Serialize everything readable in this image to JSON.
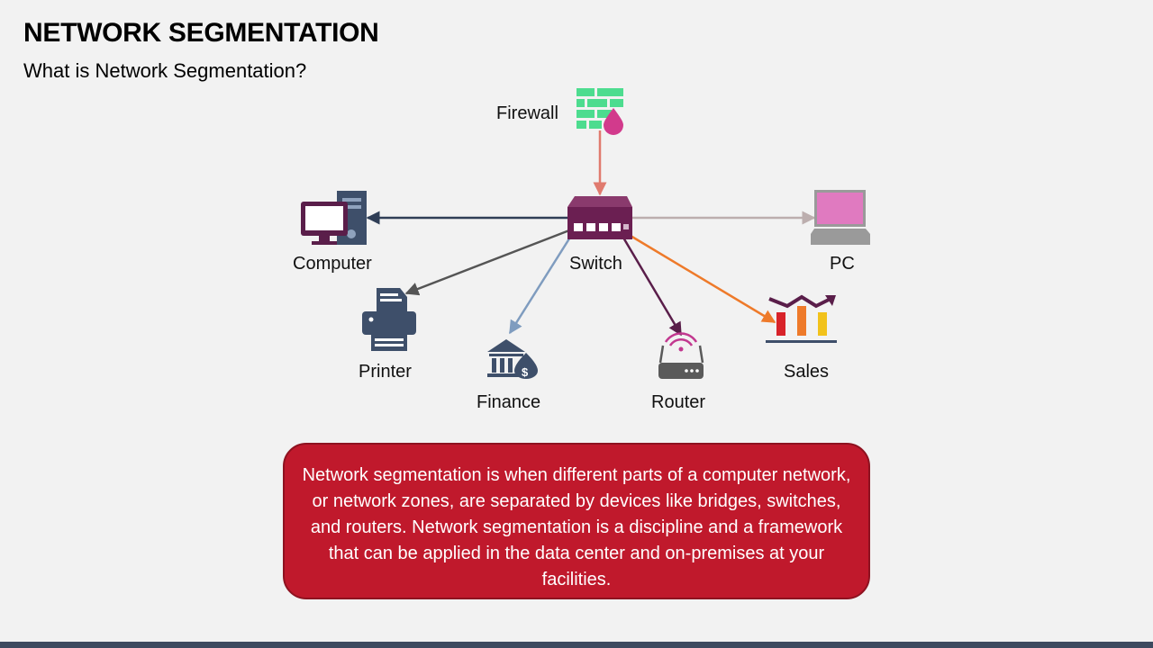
{
  "slide": {
    "title": "NETWORK SEGMENTATION",
    "subtitle": "What is Network Segmentation?"
  },
  "nodes": {
    "firewall": {
      "label": "Firewall",
      "icon": "firewall-icon"
    },
    "switch": {
      "label": "Switch",
      "icon": "network-switch-icon"
    },
    "computer": {
      "label": "Computer",
      "icon": "desktop-computer-icon"
    },
    "pc": {
      "label": "PC",
      "icon": "laptop-icon"
    },
    "printer": {
      "label": "Printer",
      "icon": "printer-icon"
    },
    "finance": {
      "label": "Finance",
      "icon": "bank-money-icon"
    },
    "router": {
      "label": "Router",
      "icon": "wifi-router-icon"
    },
    "sales": {
      "label": "Sales",
      "icon": "sales-chart-icon"
    }
  },
  "connections": [
    {
      "from": "firewall",
      "to": "switch",
      "color": "#e07a6e"
    },
    {
      "from": "switch",
      "to": "computer",
      "color": "#2f3e56"
    },
    {
      "from": "switch",
      "to": "pc",
      "color": "#bcaeae"
    },
    {
      "from": "switch",
      "to": "printer",
      "color": "#555555"
    },
    {
      "from": "switch",
      "to": "finance",
      "color": "#7f9cbf"
    },
    {
      "from": "switch",
      "to": "router",
      "color": "#5a1e4a"
    },
    {
      "from": "switch",
      "to": "sales",
      "color": "#ee7a2a"
    }
  ],
  "description": "Network segmentation is when different parts of a computer network, or network zones, are separated by devices like bridges, switches, and routers. Network segmentation is a discipline and a framework that can be applied in the data center and on-premises at your facilities.",
  "colors": {
    "callout_bg": "#c0192c",
    "footer_bar": "#3d4a5f",
    "switch_body": "#6b1f52",
    "firewall_green": "#4ddc8f"
  }
}
